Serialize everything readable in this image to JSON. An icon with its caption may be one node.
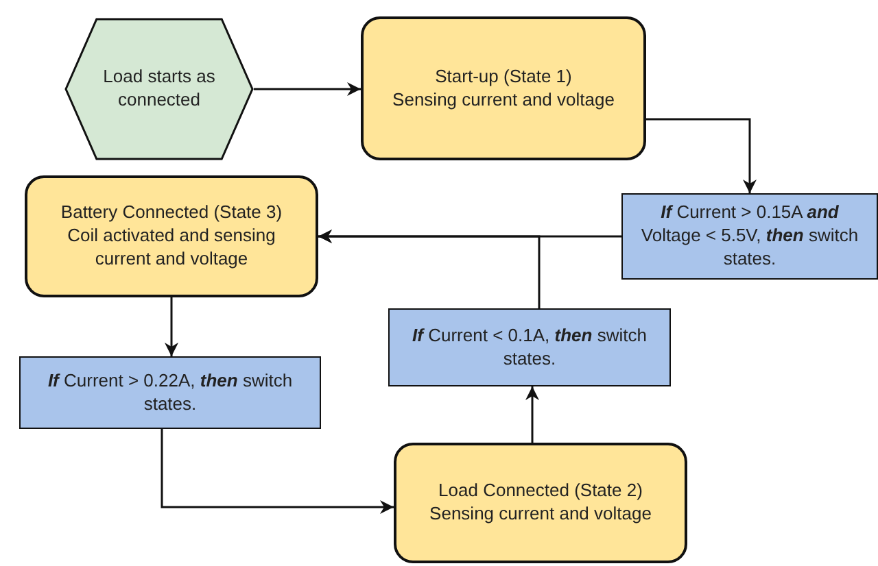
{
  "diagram": {
    "nodes": [
      {
        "text": [
          "Load starts as connected"
        ]
      },
      {
        "text": [
          "Start-up (State 1)",
          "Sensing current and voltage"
        ]
      },
      {
        "text": [
          "**If**  Current > 0.15A **and** Voltage < 5.5V, **then** switch states."
        ]
      },
      {
        "text": [
          "Battery Connected (State 3)",
          "Coil activated and sensing current and voltage"
        ]
      },
      {
        "text": [
          "**If**  Current > 0.22A, **then** switch states."
        ]
      },
      {
        "text": [
          "**If**  Current < 0.1A, **then** switch states."
        ]
      },
      {
        "text": [
          "Load Connected (State 2)",
          "Sensing current and voltage"
        ]
      }
    ],
    "edges": [
      {
        "from": 0,
        "to": 1,
        "arrow": "to"
      },
      {
        "from": 1,
        "to": 2,
        "arrow": "to"
      },
      {
        "from": 2,
        "to": 3,
        "arrow": "to"
      },
      {
        "from": 5,
        "to": 3,
        "arrow": "to"
      },
      {
        "from": 3,
        "to": 4,
        "arrow": "to"
      },
      {
        "from": 4,
        "to": 6,
        "arrow": "to"
      },
      {
        "from": 6,
        "to": 5,
        "arrow": "to"
      }
    ]
  }
}
